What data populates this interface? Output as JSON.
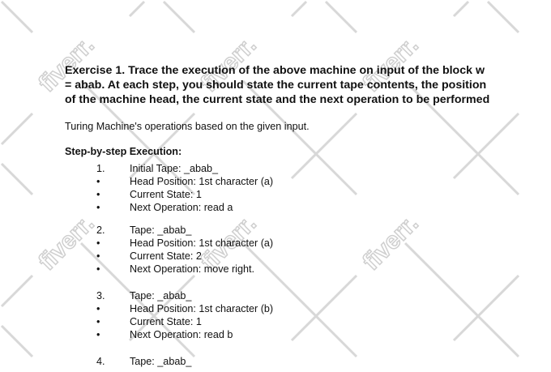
{
  "watermark": "fiverr.",
  "document": {
    "title": "Exercise 1. Trace the execution of the above machine on input of the block w = abab. At each step, you should state the current tape contents, the position of the machine head, the current state and the next operation to be performed",
    "intro": "Turing Machine's operations based on the given input.",
    "subheading": "Step-by-step Execution:",
    "steps": [
      {
        "number": "1.",
        "tape": "Initial Tape: _abab_",
        "bullets": [
          "Head Position: 1st character (a)",
          "Current State: 1",
          "Next Operation: read a"
        ]
      },
      {
        "number": "2.",
        "tape": "Tape: _abab_",
        "bullets": [
          "Head Position: 1st character (a)",
          "Current State: 2",
          "Next Operation: move right."
        ]
      },
      {
        "number": "3.",
        "tape": "Tape: _abab_",
        "bullets": [
          "Head Position: 1st character (b)",
          "Current State: 1",
          "Next Operation: read b"
        ]
      },
      {
        "number": "4.",
        "tape": "Tape: _abab_",
        "bullets": []
      }
    ]
  }
}
